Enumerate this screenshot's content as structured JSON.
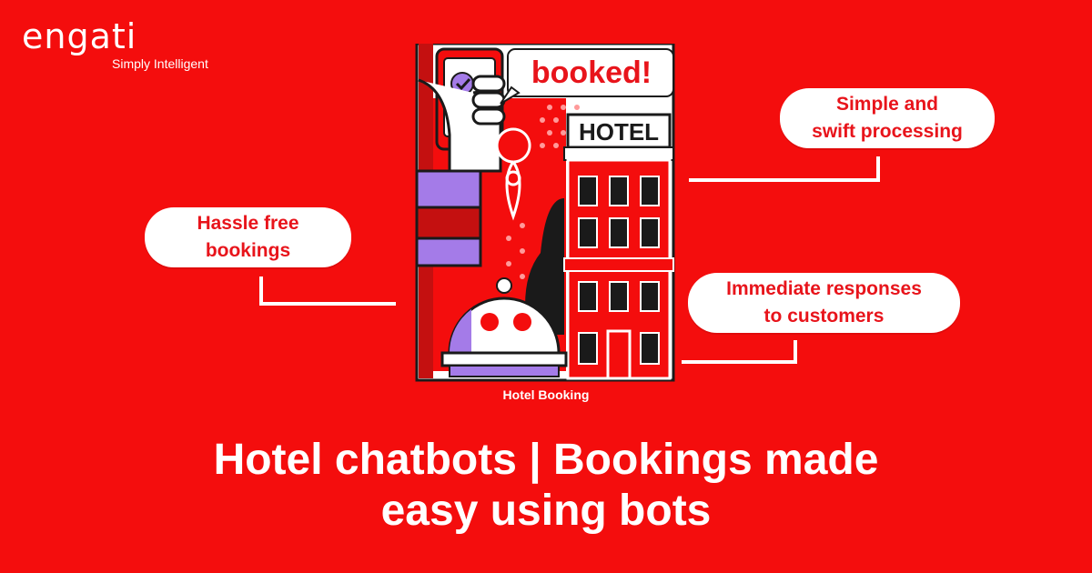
{
  "brand": {
    "name": "engati",
    "tagline": "Simply Intelligent"
  },
  "callouts": {
    "swift": "Simple and\nswift processing",
    "hassle": "Hassle free\nbookings",
    "immediate": "Immediate responses\nto customers"
  },
  "illustration": {
    "booked_label": "booked!",
    "hotel_sign": "HOTEL",
    "caption": "Hotel Booking"
  },
  "headline": "Hotel chatbots | Bookings made\neasy using bots",
  "colors": {
    "background": "#F40D0D",
    "accent_purple": "#A47BE8",
    "text_red": "#E8141B",
    "white": "#FFFFFF"
  }
}
